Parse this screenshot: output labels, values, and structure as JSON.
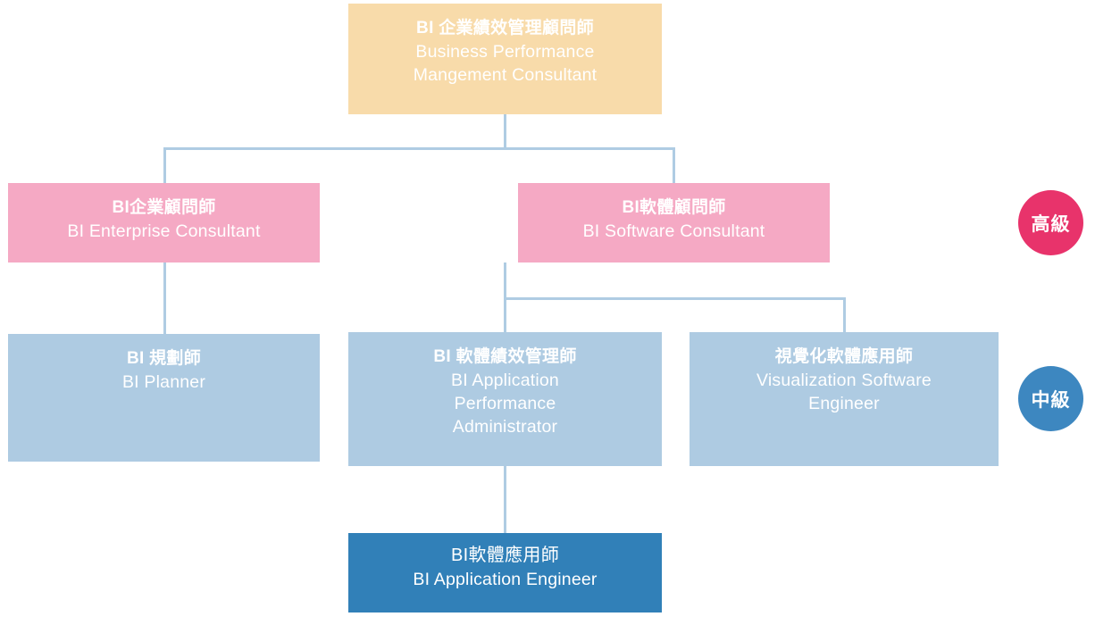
{
  "chart_data": {
    "type": "diagram",
    "title": "BI Certification Career Path Hierarchy",
    "levels": [
      {
        "id": "top",
        "badge": null,
        "color": "#F8DBAA"
      },
      {
        "id": "senior",
        "badge": "高級",
        "color": "#F5A9C4"
      },
      {
        "id": "mid",
        "badge": "中級",
        "color": "#AECBE2"
      },
      {
        "id": "entry",
        "badge": null,
        "color": "#3180B8"
      }
    ],
    "edges": [
      {
        "from": "bpm-consultant",
        "to": "enterprise-consultant"
      },
      {
        "from": "bpm-consultant",
        "to": "software-consultant"
      },
      {
        "from": "enterprise-consultant",
        "to": "bi-planner"
      },
      {
        "from": "software-consultant",
        "to": "app-performance-admin"
      },
      {
        "from": "software-consultant",
        "to": "visualization-engineer"
      },
      {
        "from": "app-performance-admin",
        "to": "bi-application-engineer"
      }
    ]
  },
  "nodes": {
    "bpm_consultant": {
      "zh": "BI 企業績效管理顧問師",
      "en": "Business Performance Mangement Consultant"
    },
    "enterprise_consultant": {
      "zh": "BI企業顧問師",
      "en": "BI Enterprise Consultant"
    },
    "software_consultant": {
      "zh": "BI軟體顧問師",
      "en": "BI Software Consultant"
    },
    "bi_planner": {
      "zh": "BI 規劃師",
      "en": "BI Planner"
    },
    "app_performance_admin": {
      "zh": "BI 軟體績效管理師",
      "en": "BI Application Performance Administrator"
    },
    "visualization_engineer": {
      "zh": "視覺化軟體應用師",
      "en": "Visualization Software Engineer"
    },
    "bi_application_engineer": {
      "zh": "BI軟體應用師",
      "en": "BI Application Engineer"
    }
  },
  "badges": {
    "senior": "高級",
    "mid": "中級"
  },
  "colors": {
    "top": "#F8DBAA",
    "senior": "#F5A9C4",
    "mid": "#AECBE2",
    "entry": "#3180B8",
    "badge_senior": "#E8336B",
    "badge_mid": "#3D87C0",
    "connector": "#AFCCE3",
    "text": "#FFFFFF"
  }
}
